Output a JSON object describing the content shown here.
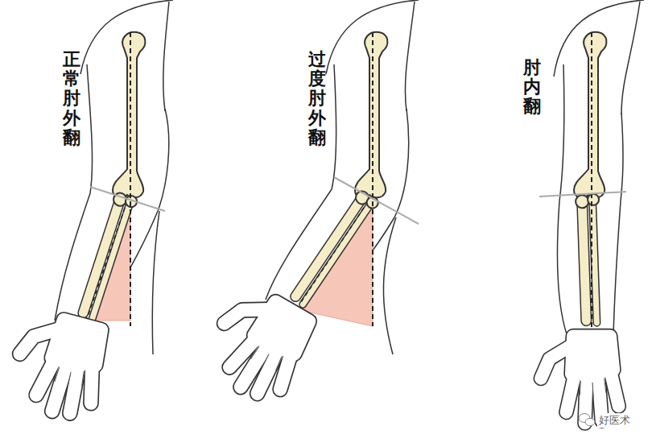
{
  "diagram": {
    "labels": [
      "正常肘外翻",
      "过度肘外翻",
      "肘内翻",
      "好医术"
    ]
  }
}
